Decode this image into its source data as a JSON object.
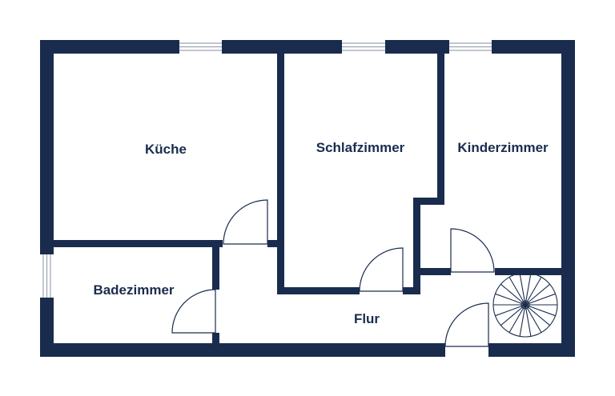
{
  "colors": {
    "wall": "#1a2c4e",
    "background": "#ffffff",
    "door_line": "#1a2c4e",
    "window_line": "#9aa3b3"
  },
  "rooms": {
    "kitchen": "Küche",
    "bedroom": "Schlafzimmer",
    "kids_room": "Kinderzimmer",
    "bathroom": "Badezimmer",
    "hallway": "Flur"
  }
}
